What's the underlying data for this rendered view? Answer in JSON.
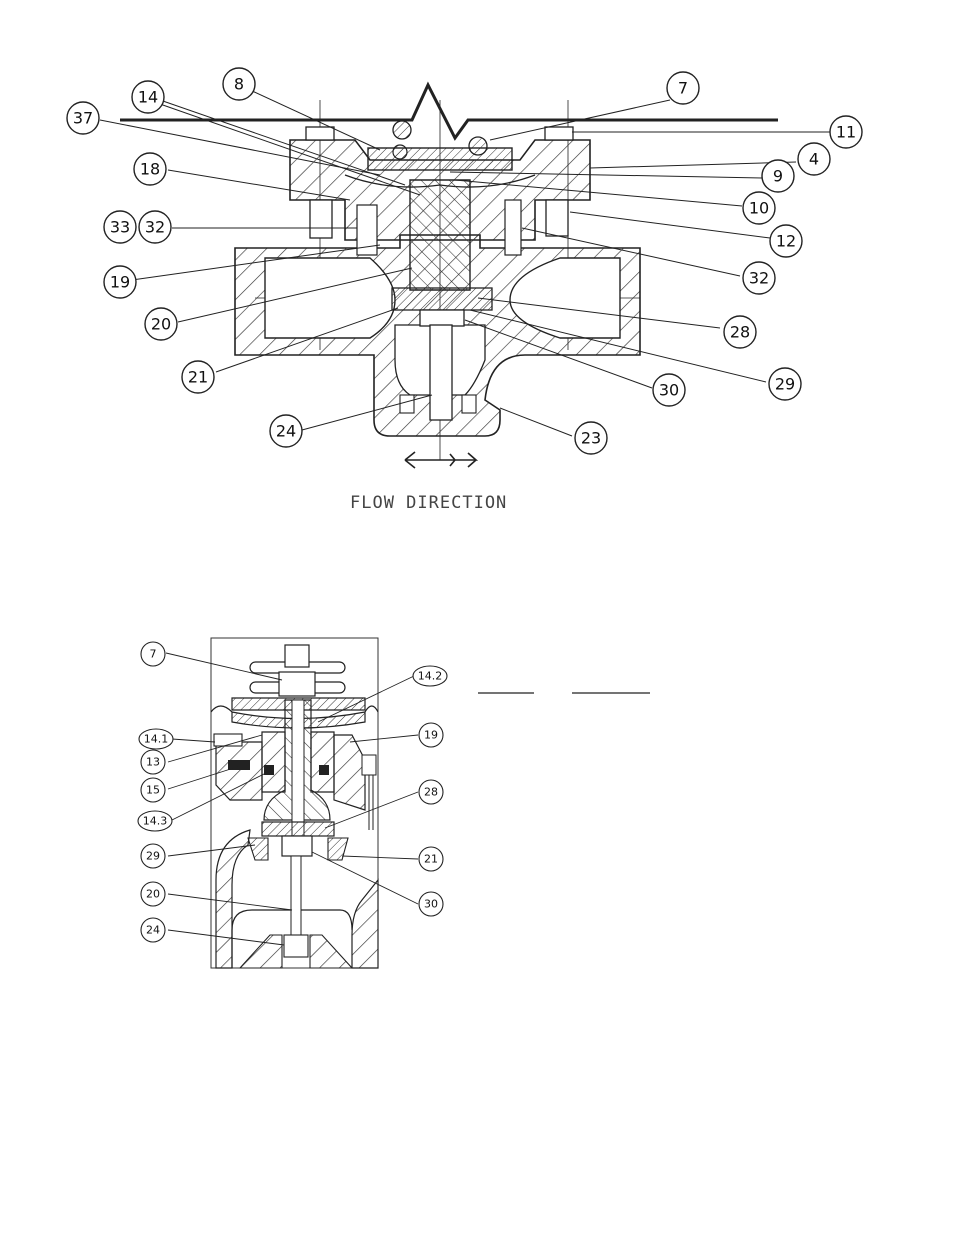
{
  "top_diagram": {
    "flow_label": "FLOW DIRECTION",
    "callouts": [
      "7",
      "8",
      "14",
      "37",
      "18",
      "33",
      "32",
      "19",
      "20",
      "21",
      "24",
      "11",
      "4",
      "9",
      "10",
      "12",
      "32",
      "28",
      "30",
      "29",
      "23"
    ]
  },
  "bottom_diagram": {
    "callouts": [
      "7",
      "14.2",
      "14.1",
      "19",
      "13",
      "15",
      "14.3",
      "28",
      "29",
      "21",
      "20",
      "30",
      "24"
    ]
  },
  "colors": {
    "ink": "#222222",
    "hatch": "#333333"
  }
}
